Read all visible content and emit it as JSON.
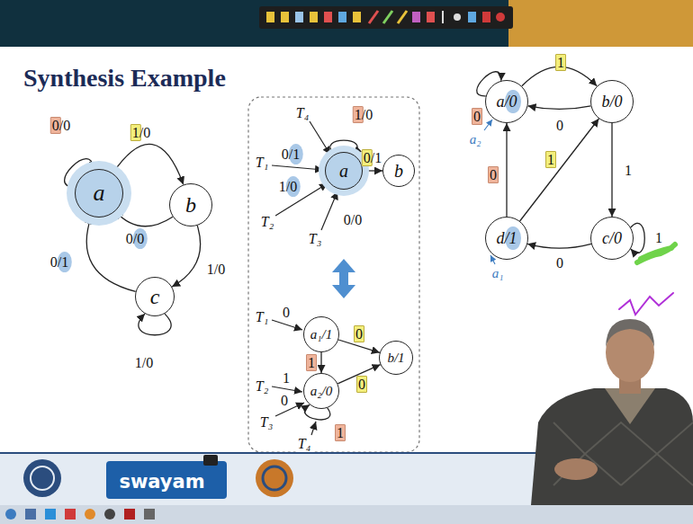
{
  "diagram": {
    "title": "Synthesis Example",
    "nodes": [
      {
        "text": [
          "a"
        ]
      },
      {
        "text": [
          "b"
        ]
      },
      {
        "text": [
          "c"
        ]
      },
      {
        "text": [
          "a"
        ]
      },
      {
        "text": [
          "b"
        ]
      },
      {
        "text": [
          "a₁/1"
        ]
      },
      {
        "text": [
          "a₂/0"
        ]
      },
      {
        "text": [
          "b/1"
        ]
      },
      {
        "text": [
          "a/0"
        ]
      },
      {
        "text": [
          "b/0"
        ]
      },
      {
        "text": [
          "c/0"
        ]
      },
      {
        "text": [
          "d/1"
        ]
      }
    ],
    "edges": [
      {
        "from": 0,
        "to": 0,
        "label": "0/0",
        "arrow": "to"
      },
      {
        "from": 0,
        "to": 1,
        "label": "1/0",
        "arrow": "to"
      },
      {
        "from": 1,
        "to": 0,
        "label": "0/0",
        "arrow": "to"
      },
      {
        "from": 1,
        "to": 2,
        "label": "1/0",
        "arrow": "to"
      },
      {
        "from": 2,
        "to": 0,
        "label": "0/1",
        "arrow": "to"
      },
      {
        "from": 2,
        "to": 2,
        "label": "1/0",
        "arrow": "to"
      },
      {
        "from": 3,
        "to": 3,
        "label": "1/0",
        "arrow": "to"
      },
      {
        "from": 3,
        "to": 4,
        "label": "0/1",
        "arrow": "to"
      },
      {
        "from": 5,
        "to": 7,
        "label": "0",
        "arrow": "to"
      },
      {
        "from": 5,
        "to": 6,
        "label": "1",
        "arrow": "to"
      },
      {
        "from": 6,
        "to": 7,
        "label": "0",
        "arrow": "to"
      },
      {
        "from": 6,
        "to": 6,
        "label": "1",
        "arrow": "to"
      },
      {
        "from": 8,
        "to": 8,
        "label": "0",
        "arrow": "to"
      },
      {
        "from": 8,
        "to": 9,
        "label": "1",
        "arrow": "to"
      },
      {
        "from": 9,
        "to": 8,
        "label": "0",
        "arrow": "to"
      },
      {
        "from": 9,
        "to": 10,
        "label": "1",
        "arrow": "to"
      },
      {
        "from": 10,
        "to": 11,
        "label": "0",
        "arrow": "to"
      },
      {
        "from": 10,
        "to": 10,
        "label": "1",
        "arrow": "to"
      },
      {
        "from": 11,
        "to": 9,
        "label": "1",
        "arrow": "to"
      },
      {
        "from": 11,
        "to": 8,
        "label": "0",
        "arrow": "to"
      }
    ],
    "labels": [
      "T₄",
      "T₁",
      "0/1",
      "T₂",
      "1/0",
      "T₃",
      "0/0",
      "T₁",
      "0",
      "T₂",
      "1",
      "T₃",
      "0",
      "T₄",
      "a₂",
      "a₁",
      "swayam"
    ]
  }
}
